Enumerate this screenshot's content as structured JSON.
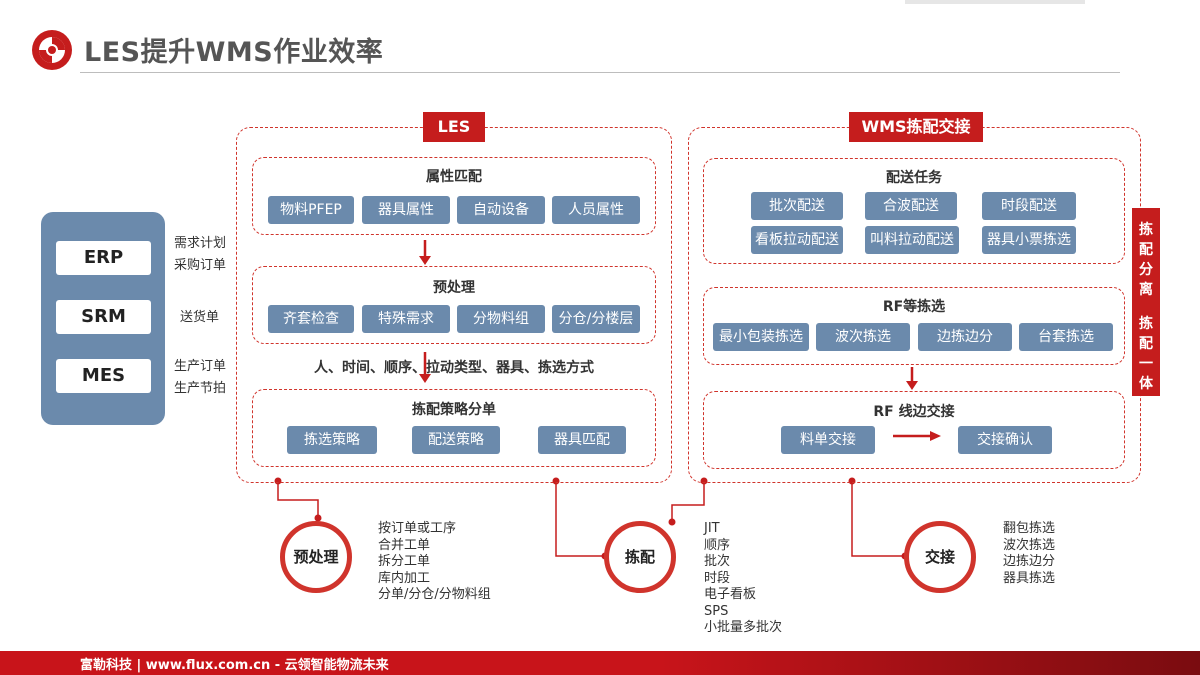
{
  "title": "LES提升WMS作业效率",
  "footer": "富勒科技 | www.flux.com.cn - 云领智能物流未来",
  "colors": {
    "accent": "#c51d1d",
    "chip": "#6b8aac",
    "dashed": "#d0342c"
  },
  "systems": {
    "items": [
      "ERP",
      "SRM",
      "MES"
    ],
    "labels": {
      "erp": [
        "需求计划",
        "采购订单"
      ],
      "srm": "送货单",
      "mes": [
        "生产订单",
        "生产节拍"
      ]
    }
  },
  "les": {
    "header": "LES",
    "attr": {
      "title": "属性匹配",
      "chips": [
        "物料PFEP",
        "器具属性",
        "自动设备",
        "人员属性"
      ]
    },
    "pre": {
      "title": "预处理",
      "chips": [
        "齐套检查",
        "特殊需求",
        "分物料组",
        "分仓/分楼层"
      ]
    },
    "note": "人、时间、顺序、拉动类型、器具、拣选方式",
    "strategy": {
      "title": "拣配策略分单",
      "chips": [
        "拣选策略",
        "配送策略",
        "器具匹配"
      ]
    }
  },
  "wms": {
    "header": "WMS拣配交接",
    "delivery": {
      "title": "配送任务",
      "chips": [
        "批次配送",
        "合波配送",
        "时段配送",
        "看板拉动配送",
        "叫料拉动配送",
        "器具小票拣选"
      ]
    },
    "rf": {
      "title": "RF等拣选",
      "chips": [
        "最小包装拣选",
        "波次拣选",
        "边拣边分",
        "台套拣选"
      ]
    },
    "handover": {
      "title": "RF 线边交接",
      "chips": [
        "料单交接",
        "交接确认"
      ]
    }
  },
  "side_label": {
    "top": "拣配分离",
    "bottom": "拣配一体"
  },
  "circles": {
    "pre": {
      "label": "预处理",
      "items": [
        "按订单或工序",
        "合并工单",
        "拆分工单",
        "库内加工",
        "分单/分仓/分物料组"
      ]
    },
    "pick": {
      "label": "拣配",
      "items": [
        "JIT",
        "顺序",
        "批次",
        "时段",
        "电子看板",
        "SPS",
        "小批量多批次"
      ]
    },
    "handover": {
      "label": "交接",
      "items": [
        "翻包拣选",
        "波次拣选",
        "边拣边分",
        "器具拣选"
      ]
    }
  }
}
